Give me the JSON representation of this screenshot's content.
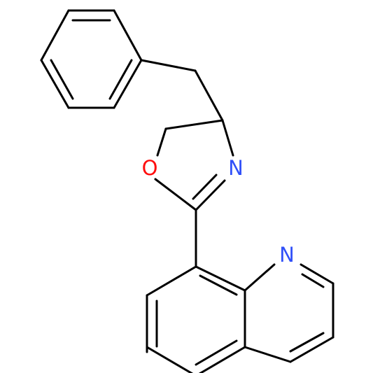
{
  "molecule": {
    "atoms": {
      "oxygen": {
        "symbol": "O",
        "color": "#ff0d0d"
      },
      "oxazoline_nitrogen": {
        "symbol": "N",
        "color": "#3050f8"
      },
      "quinoline_nitrogen": {
        "symbol": "N",
        "color": "#3050f8"
      }
    },
    "bond_color": "#000000",
    "background": "#ffffff"
  }
}
